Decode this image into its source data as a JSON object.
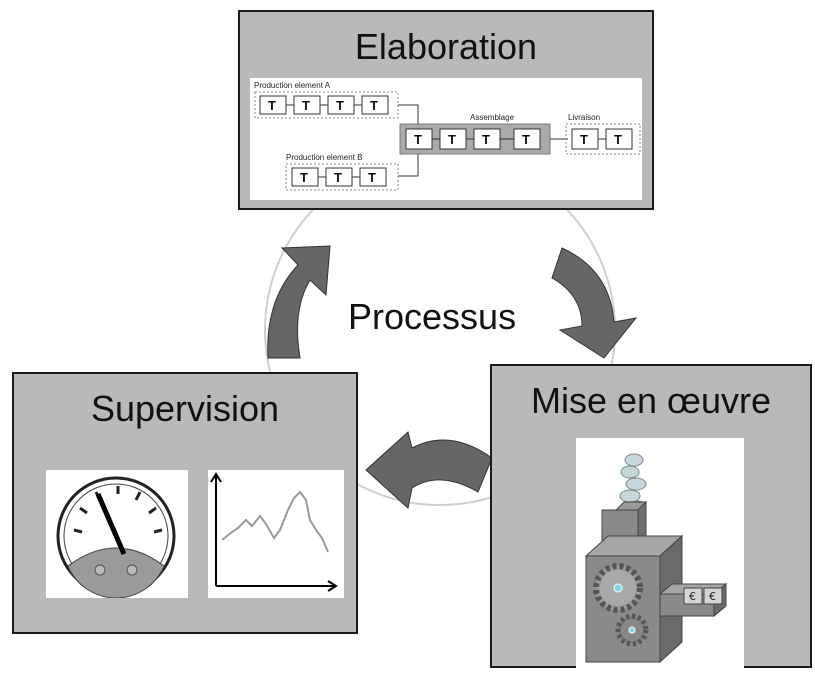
{
  "center": {
    "label": "Processus"
  },
  "elaboration": {
    "title": "Elaboration",
    "flow": {
      "production_a": "Production element A",
      "production_b": "Production element B",
      "assemblage": "Assemblage",
      "livraison": "Livraison",
      "task_letter": "T"
    }
  },
  "supervision": {
    "title": "Supervision"
  },
  "mise_en_oeuvre": {
    "title": "Mise en œuvre"
  },
  "colors": {
    "box_fill": "#b9b9b9",
    "arrow_fill": "#666666",
    "border": "#1a1a1a"
  },
  "icons": [
    "cycle-arrow-icon",
    "gauge-icon",
    "line-graph-icon",
    "machine-icon",
    "gear-icon"
  ]
}
